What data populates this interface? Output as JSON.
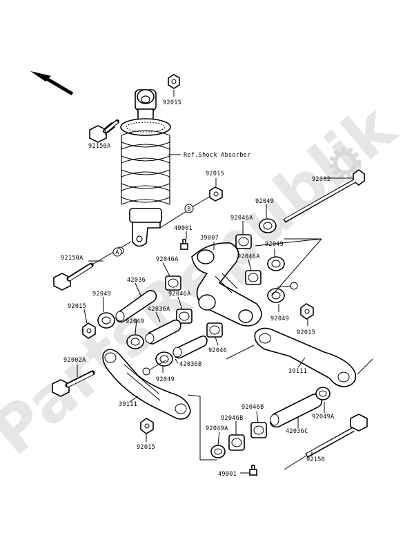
{
  "watermark": "PartsRepublik",
  "callouts": {
    "a": "A",
    "b": "B"
  },
  "labels": {
    "p92015_top": "92015",
    "p92150A_top": "92150A",
    "ref_shock": "Ref.Shock Absorber",
    "p92015_mid": "92015",
    "p92002": "92002",
    "p92049_a": "92049",
    "p92046A_a": "92046A",
    "p49001_a": "49001",
    "p39007": "39007",
    "p92049_b": "92049",
    "p92150A_low": "92150A",
    "p92046A_b": "92046A",
    "p92046A_c": "92046A",
    "p42036": "42036",
    "p92049_c": "92049",
    "p92046A_d": "92046A",
    "p92015_left": "92015",
    "p42036A": "42036A",
    "p92049_d": "92049",
    "p92049_e": "92049",
    "p92015_right": "92015",
    "p92002A": "92002A",
    "p92046": "92046",
    "p42036B": "42036B",
    "p92049_f": "92049",
    "p39111_right": "39111",
    "p39111_left": "39111",
    "p92046B_a": "92046B",
    "p92046B_b": "92046B",
    "p92049A_a": "92049A",
    "p92049A_b": "92049A",
    "p42036C": "42036C",
    "p92015_bottom": "92015",
    "p49001_b": "49001",
    "p92150": "92150"
  }
}
